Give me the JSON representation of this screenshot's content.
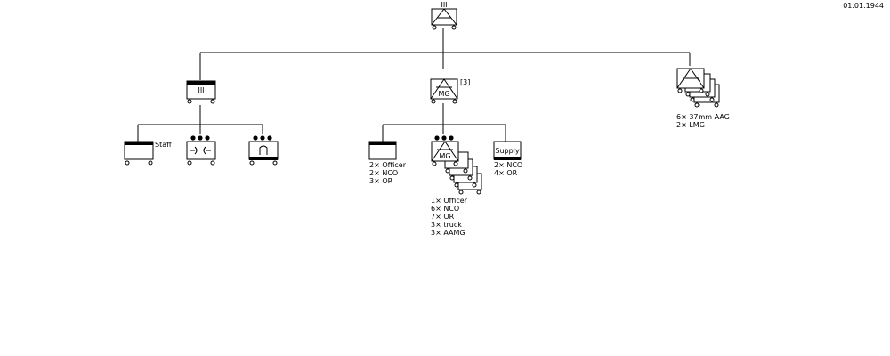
{
  "date": "01.01.1944",
  "hq": {
    "marker": "III"
  },
  "staff_battalion": {
    "marker": "III",
    "staff_label": "Staff"
  },
  "mg_battalion": {
    "label": "MG",
    "count_label": "[3]",
    "hq_company": {
      "strength": [
        "2× Officer",
        "2× NCO",
        "3× OR"
      ]
    },
    "mg_company": {
      "label": "MG",
      "strength": [
        "1× Officer",
        "6× NCO",
        "7× OR",
        "3× truck",
        "3× AAMG"
      ]
    },
    "supply": {
      "label": "Supply",
      "strength": [
        "2× NCO",
        "4× OR"
      ]
    }
  },
  "aa_battalion": {
    "strength": [
      "6× 37mm AAG",
      "2× LMG"
    ]
  }
}
